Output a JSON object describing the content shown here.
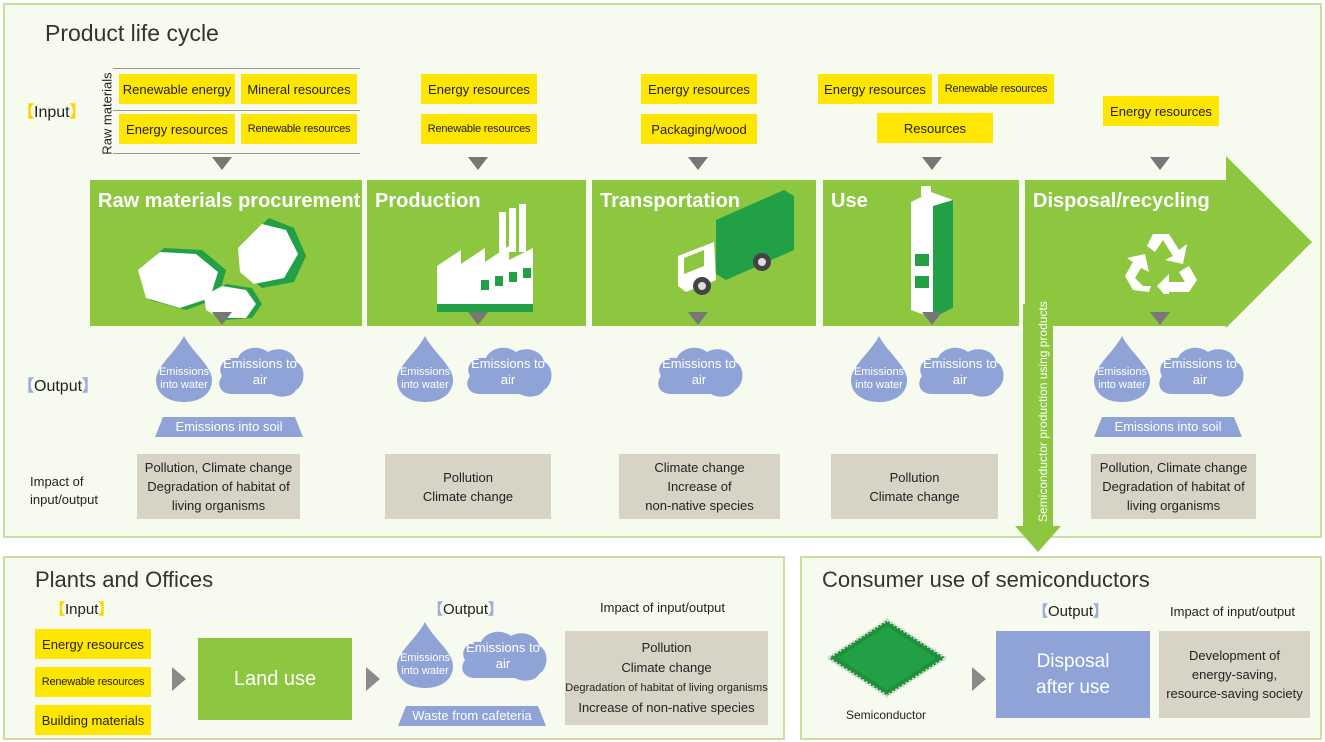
{
  "lifecycle": {
    "title": "Product life cycle",
    "input_label": "Input",
    "output_label": "Output",
    "raw_materials_label": "Raw materials",
    "impact_label_line1": "Impact of",
    "impact_label_line2": "input/output",
    "side_arrow_label": "Semiconductor production using products",
    "stages": [
      {
        "label": "Raw materials procurement",
        "illustration": "rocks-icon"
      },
      {
        "label": "Production",
        "illustration": "factory-icon"
      },
      {
        "label": "Transportation",
        "illustration": "truck-icon"
      },
      {
        "label": "Use",
        "illustration": "machine-icon"
      },
      {
        "label": "Disposal/recycling",
        "illustration": "recycle-icon"
      }
    ],
    "inputs": {
      "raw": [
        "Renewable energy",
        "Mineral resources",
        "Energy resources",
        "Renewable resources"
      ],
      "production": [
        "Energy resources",
        "Renewable resources"
      ],
      "transportation": [
        "Energy resources",
        "Packaging/wood"
      ],
      "use": [
        "Energy resources",
        "Renewable resources",
        "Resources"
      ],
      "disposal": [
        "Energy resources"
      ]
    },
    "emissions": {
      "water": "Emissions into water",
      "air": "Emissions to air",
      "soil": "Emissions into soil"
    },
    "impacts": {
      "raw": [
        "Pollution, Climate change",
        "Degradation of habitat of",
        "living organisms"
      ],
      "production": [
        "Pollution",
        "Climate change"
      ],
      "transportation": [
        "Climate change",
        "Increase of",
        "non-native species"
      ],
      "use": [
        "Pollution",
        "Climate change"
      ],
      "disposal": [
        "Pollution, Climate change",
        "Degradation of habitat of",
        "living organisms"
      ]
    }
  },
  "plants": {
    "title": "Plants and Offices",
    "input_label": "Input",
    "output_label": "Output",
    "inputs": [
      "Energy resources",
      "Renewable resources",
      "Building materials"
    ],
    "center": "Land use",
    "waste": "Waste from cafeteria",
    "impact_title": "Impact of input/output",
    "impacts": [
      "Pollution",
      "Climate change",
      "Degradation of habitat of living organisms",
      "Increase of non-native species"
    ]
  },
  "consumer": {
    "title": "Consumer use of semiconductors",
    "output_label": "Output",
    "chip_label": "Semiconductor",
    "disposal_line1": "Disposal",
    "disposal_line2": "after use",
    "impact_title": "Impact of input/output",
    "impacts": [
      "Development of",
      "energy-saving,",
      "resource-saving society"
    ]
  },
  "colors": {
    "green": "#8dc63f",
    "dark_green": "#22a046",
    "yellow": "#ffe600",
    "blue": "#8fa3d6",
    "gray_box": "#d7d4c6",
    "panel_border": "#c9df9e"
  }
}
